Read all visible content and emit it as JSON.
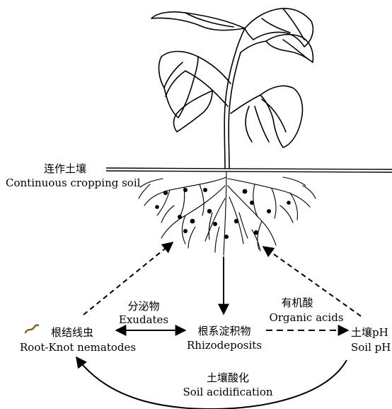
{
  "soil": {
    "zh": "连作土壤",
    "en": "Continuous cropping soil"
  },
  "nodes": {
    "nematodes": {
      "zh": "根结线虫",
      "en": "Root-Knot nematodes"
    },
    "rhizodeposits": {
      "zh": "根系淀积物",
      "en": "Rhizodeposits"
    },
    "soil_ph": {
      "zh": "土壤pH",
      "en": "Soil pH"
    }
  },
  "edges": {
    "exudates": {
      "zh": "分泌物",
      "en": "Exudates"
    },
    "organic_acids": {
      "zh": "有机酸",
      "en": "Organic acids"
    },
    "acidification": {
      "zh": "土壤酸化",
      "en": "Soil acidification"
    }
  },
  "colors": {
    "ink": "#000000",
    "nematode": "#8a6a1e"
  },
  "icons": {
    "nematode": "nematode-icon",
    "plant": "plant-illustration"
  }
}
